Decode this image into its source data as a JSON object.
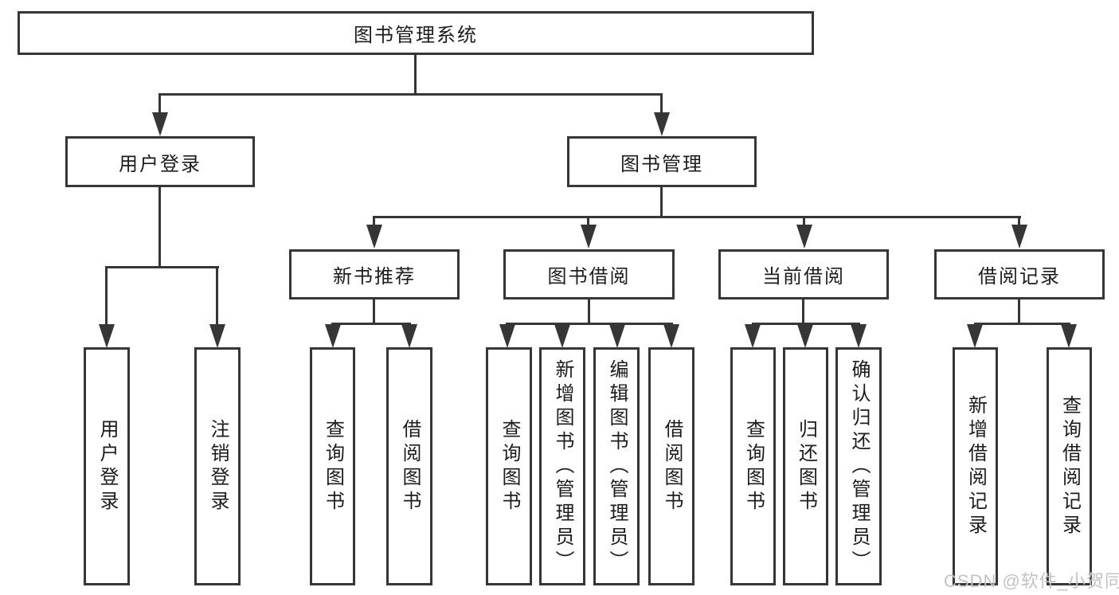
{
  "diagram": {
    "title_node": {
      "label": "图书管理系统"
    },
    "level2": [
      {
        "label": "用户登录"
      },
      {
        "label": "图书管理"
      }
    ],
    "level3": [
      {
        "label": "新书推荐"
      },
      {
        "label": "图书借阅"
      },
      {
        "label": "当前借阅"
      },
      {
        "label": "借阅记录"
      }
    ],
    "leaves": [
      {
        "label": "用户登录"
      },
      {
        "label": "注销登录"
      },
      {
        "label": "查询图书"
      },
      {
        "label": "借阅图书"
      },
      {
        "label": "查询图书"
      },
      {
        "label": "新增图书（管理员）"
      },
      {
        "label": "编辑图书（管理员）"
      },
      {
        "label": "借阅图书"
      },
      {
        "label": "查询图书"
      },
      {
        "label": "归还图书"
      },
      {
        "label": "确认归还（管理员）"
      },
      {
        "label": "新增借阅记录"
      },
      {
        "label": "查询借阅记录"
      }
    ],
    "watermark": "CSDN @软件_小贺同学",
    "colors": {
      "line": "#363636",
      "text": "#1c1c1c",
      "watermark": "#c3c3c3",
      "background": "#ffffff"
    }
  }
}
